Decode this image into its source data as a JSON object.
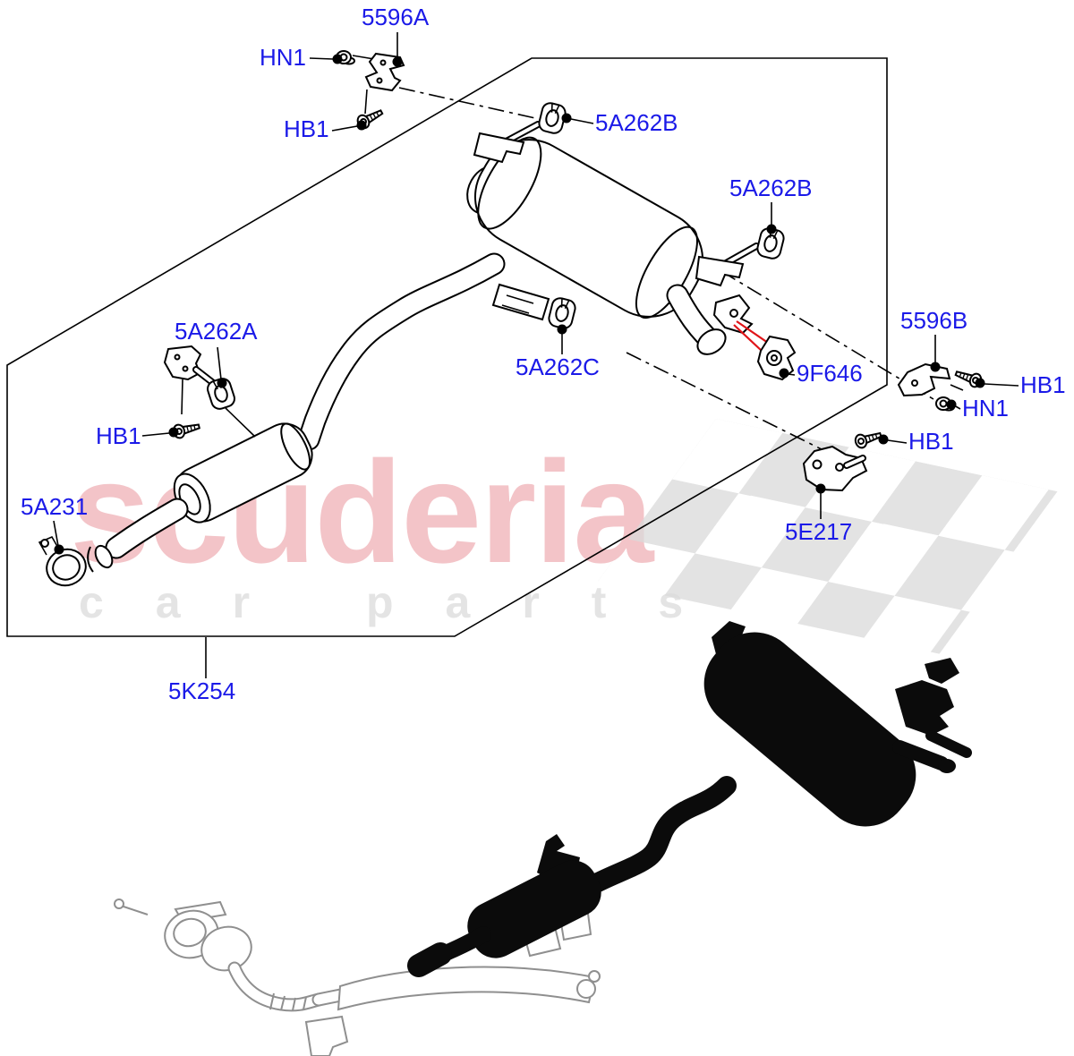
{
  "watermark": {
    "brand": "scuderia",
    "subtitle": "car parts"
  },
  "diagram": {
    "description": "Exhaust system exploded parts diagram with rear silencer, middle silencer, hangers and brackets",
    "box_part": "5K254",
    "callouts": [
      {
        "id": "5596A",
        "text": "5596A"
      },
      {
        "id": "HN1-top",
        "text": "HN1"
      },
      {
        "id": "HB1-top",
        "text": "HB1"
      },
      {
        "id": "5A262B-1",
        "text": "5A262B"
      },
      {
        "id": "5A262B-2",
        "text": "5A262B"
      },
      {
        "id": "5A262A",
        "text": "5A262A"
      },
      {
        "id": "5A262C",
        "text": "5A262C"
      },
      {
        "id": "9F646",
        "text": "9F646"
      },
      {
        "id": "5596B",
        "text": "5596B"
      },
      {
        "id": "HB1-right",
        "text": "HB1"
      },
      {
        "id": "HN1-right",
        "text": "HN1"
      },
      {
        "id": "HB1-lower",
        "text": "HB1"
      },
      {
        "id": "5E217",
        "text": "5E217"
      },
      {
        "id": "HB1-left",
        "text": "HB1"
      },
      {
        "id": "5A231",
        "text": "5A231"
      },
      {
        "id": "5K254",
        "text": "5K254"
      }
    ]
  },
  "colors": {
    "label_blue": "#1b1ae8",
    "line_black": "#000000",
    "arrow_red": "#e01418",
    "watermark_pink": "#f3c4c8",
    "watermark_gray": "#e4e4e4",
    "flag_gray": "#dadada"
  }
}
